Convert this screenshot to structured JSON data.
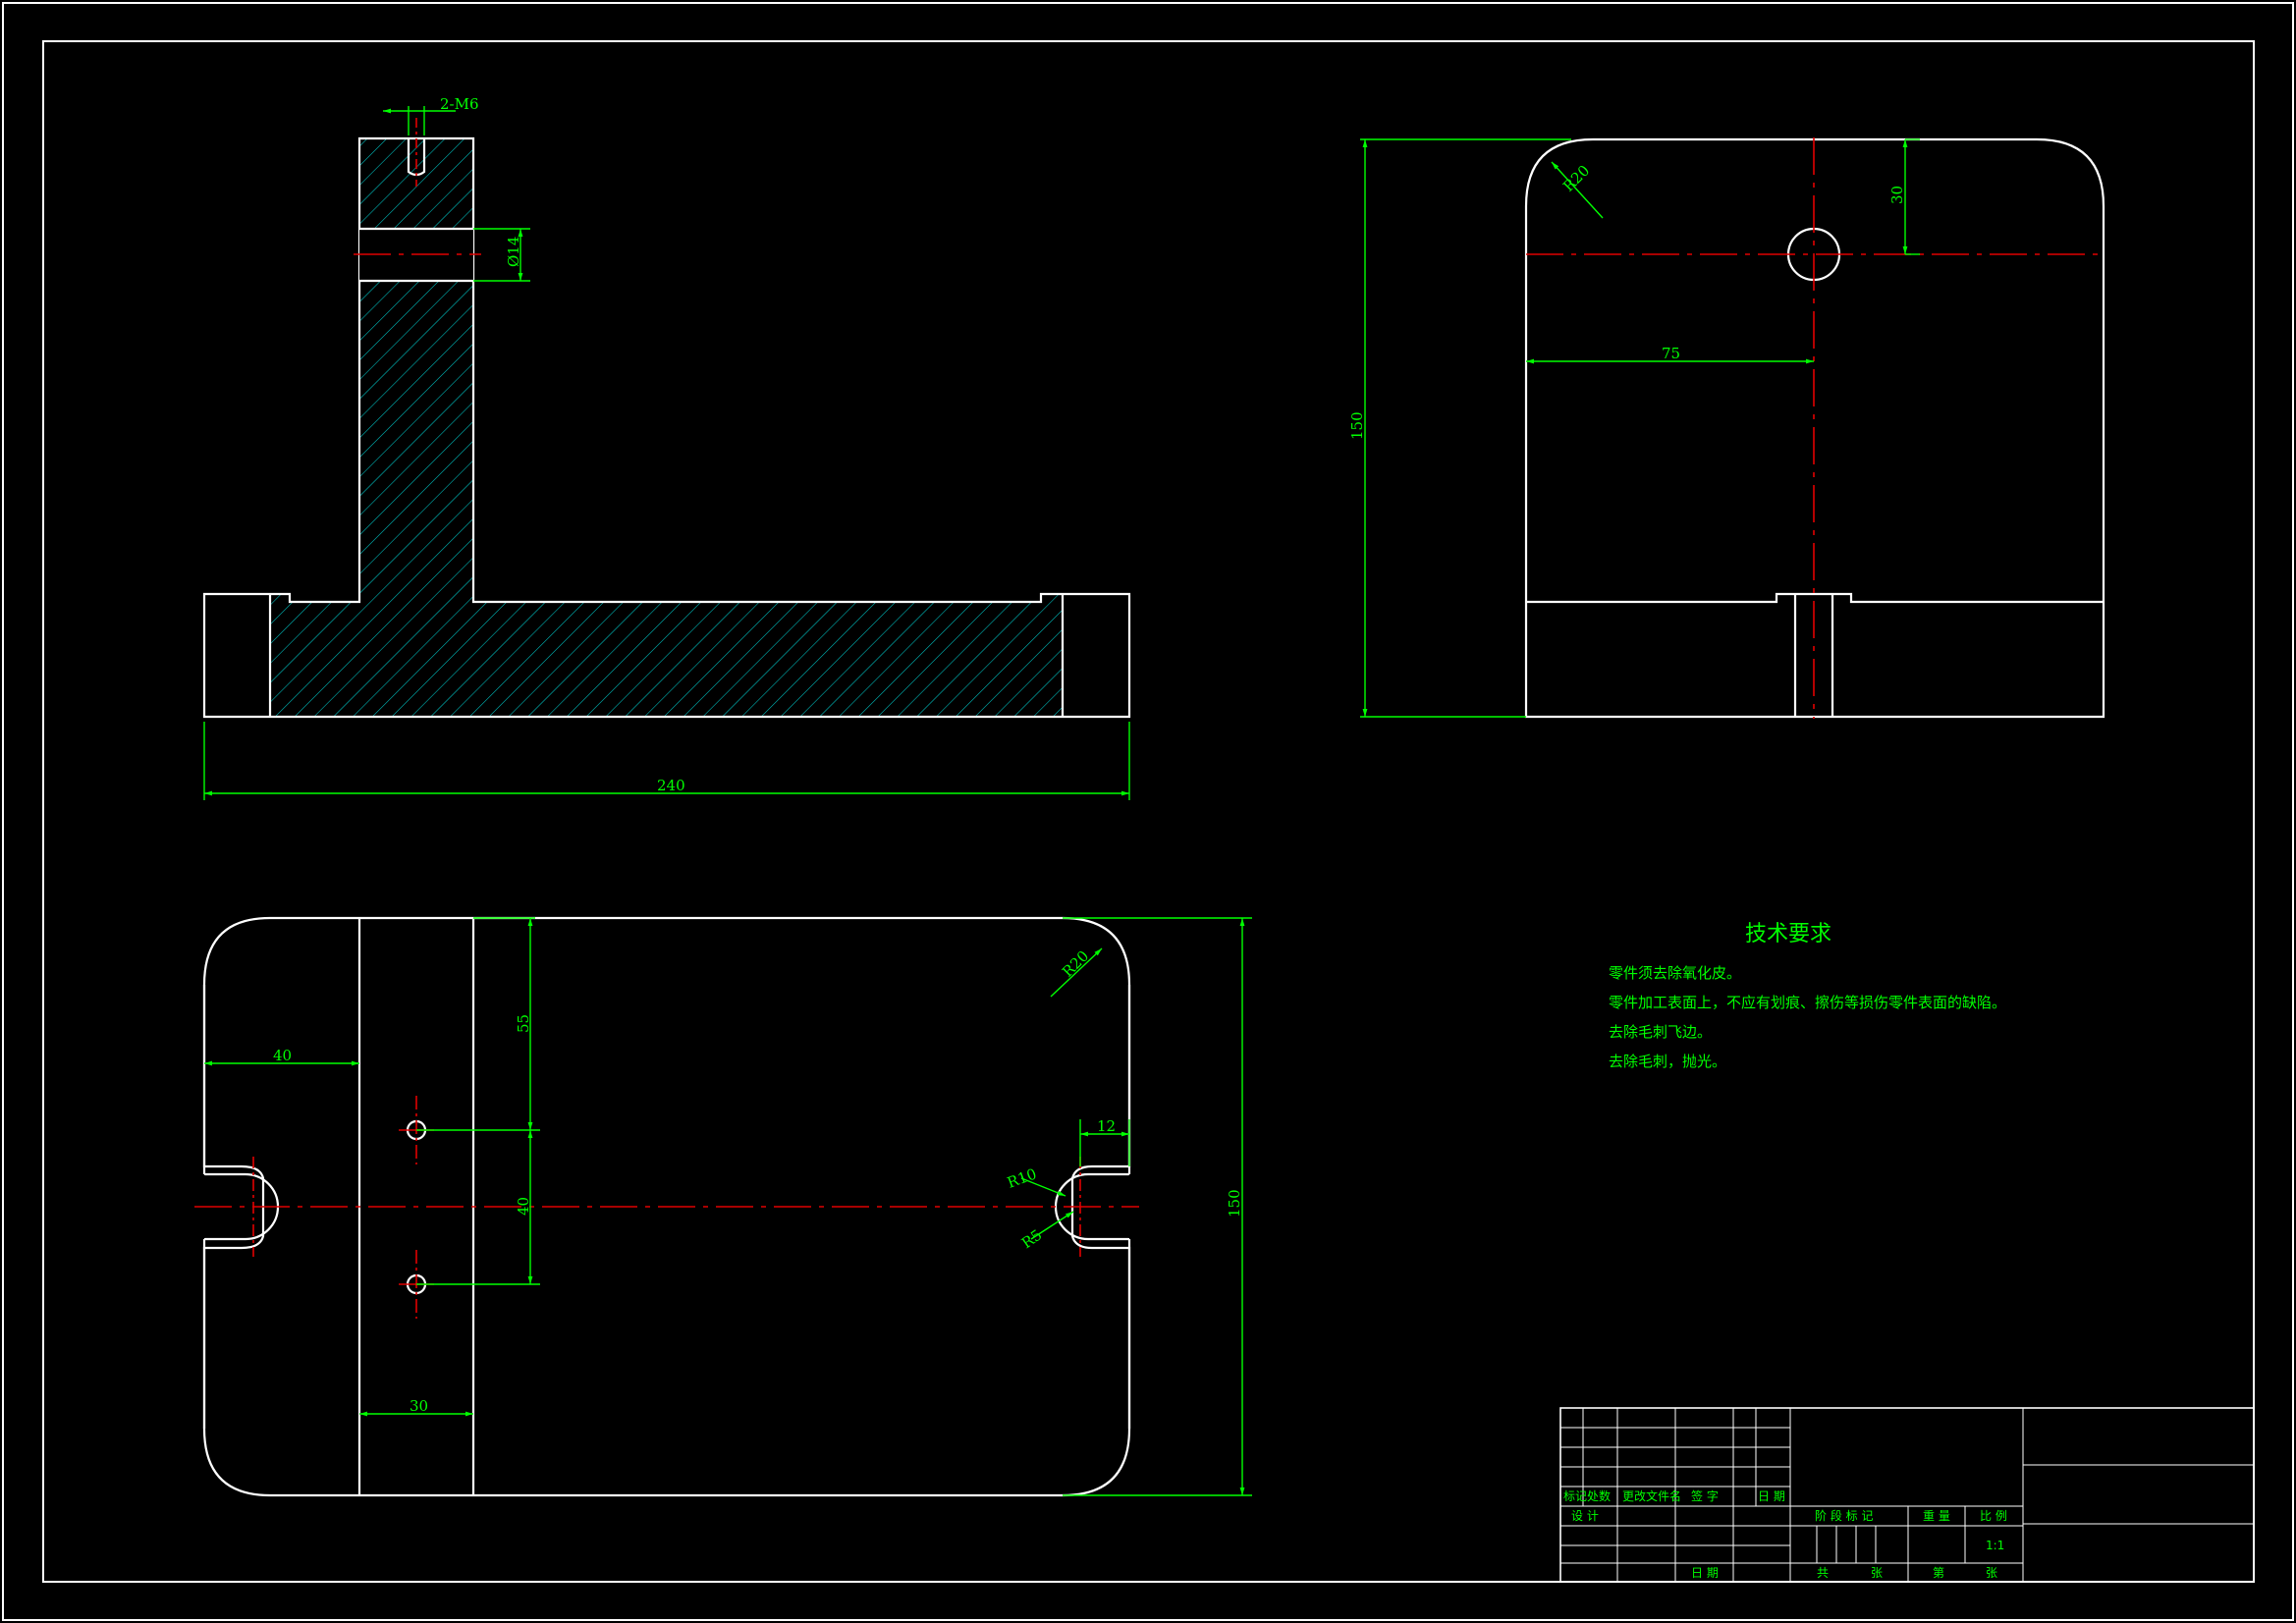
{
  "views": {
    "front": {
      "thread_label": "2-M6",
      "hole_label": "Ø14",
      "width_label": "240"
    },
    "side": {
      "radius_label": "R20",
      "offset_top_label": "30",
      "offset_side_label": "75",
      "height_label": "150"
    },
    "top": {
      "radius_label": "R20",
      "edge_label": "40",
      "upper_label": "55",
      "mid_label": "40",
      "width_label": "30",
      "slot_label": "12",
      "slot_outer_radius_label": "R10",
      "slot_inner_radius_label": "R5",
      "height_label": "150"
    }
  },
  "requirements": {
    "title": "技术要求",
    "items": [
      "零件须去除氧化皮。",
      "零件加工表面上，不应有划痕、擦伤等损伤零件表面的缺陷。",
      "去除毛刺飞边。",
      "去除毛刺，抛光。"
    ]
  },
  "title_block": {
    "rev_headers": [
      "标记",
      "处数",
      "更改文件名",
      "签 字",
      "日 期"
    ],
    "design": "设 计",
    "date": "日 期",
    "stage_mark": "阶 段 标 记",
    "weight": "重 量",
    "scale": "比 例",
    "scale_value": "1:1",
    "total": "共",
    "sheets": "张",
    "sheet_no": "第",
    "sheet_unit": "张"
  }
}
